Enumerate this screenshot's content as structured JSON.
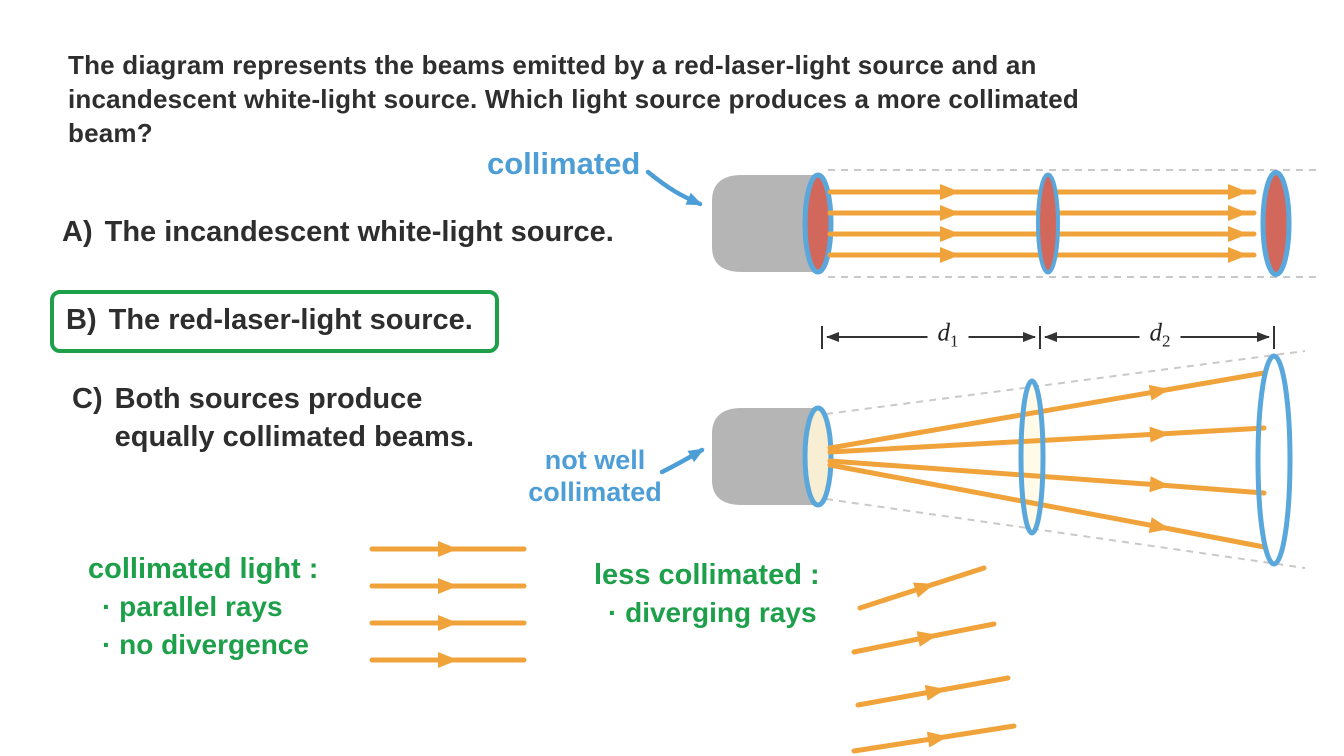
{
  "colors": {
    "orange": "#F1A33B",
    "blue": "#5AA7DB",
    "blue_text": "#4D9ED6",
    "green": "#1EA04B",
    "gray": "#B5B5B5",
    "red": "#D2685C",
    "cream": "#F8EED3",
    "lens_glow": "#FFFBE8",
    "ink": "#2E2E2E",
    "dash": "#C9C9C9",
    "dim": "#333333"
  },
  "question": {
    "lines": [
      "The diagram represents the beams emitted by a red-laser-light source and an",
      "incandescent white-light source. Which light source produces a more collimated",
      "beam?"
    ]
  },
  "options": {
    "a_label": "A)",
    "a_text": "The incandescent white-light source.",
    "b_label": "B)",
    "b_text": "The red-laser-light source.",
    "c_label": "C)",
    "c_text": "Both sources produce equally collimated beams."
  },
  "diagram": {
    "collimated_label": "collimated",
    "not_well_line1": "not well",
    "not_well_line2": "collimated",
    "d1_letter": "d",
    "d1_sub": "1",
    "d2_letter": "d",
    "d2_sub": "2"
  },
  "notes": {
    "collimated_title": "collimated light :",
    "collimated_b1": "· parallel rays",
    "collimated_b2": "· no divergence",
    "less_title": "less collimated :",
    "less_b1": "· diverging rays"
  }
}
